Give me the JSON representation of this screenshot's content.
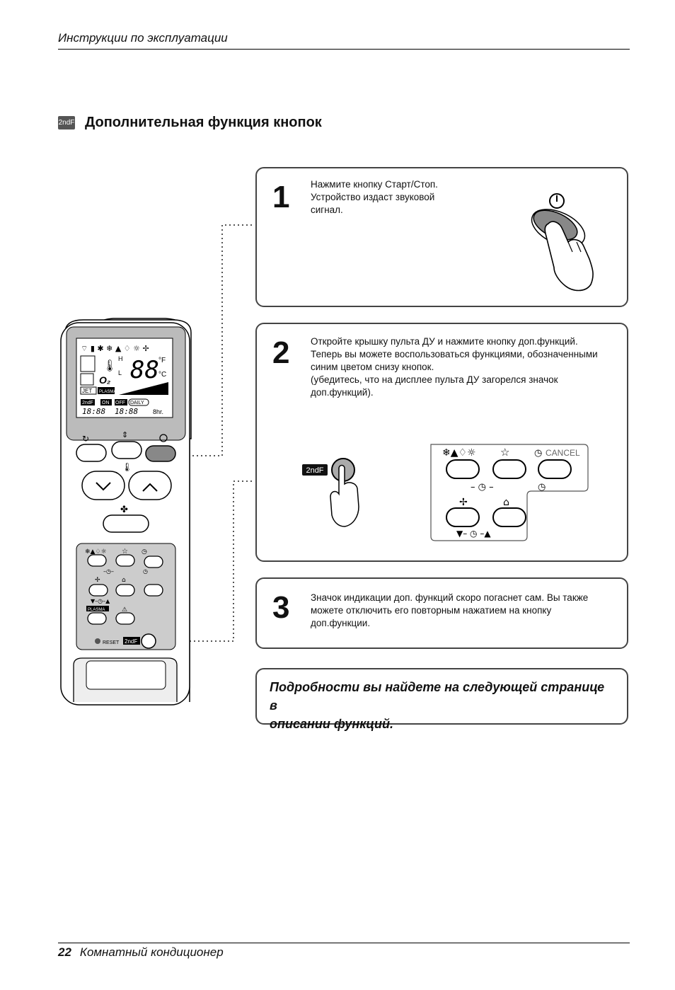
{
  "header": {
    "title": "Инструкции по эксплуатации"
  },
  "section": {
    "tag": "2ndF",
    "title": "Дополнительная функция кнопок"
  },
  "steps": [
    {
      "num": "1",
      "lines": [
        "Нажмите кнопку Старт/Стоп.",
        "Устройство издаст звуковой",
        "сигнал."
      ]
    },
    {
      "num": "2",
      "lines": [
        "Откройте крышку пульта ДУ и нажмите кнопку доп.функций.",
        "Теперь вы можете воспользоваться функциями, обозначенными",
        "синим цветом снизу кнопок.",
        "(убедитесь, что на дисплее пульта ДУ загорелся значок",
        "доп.функций)."
      ]
    },
    {
      "num": "3",
      "lines": [
        "Значок индикации доп. функций скоро погаснет сам. Вы также",
        "можете отключить его повторным нажатием на кнопку",
        "доп.функции."
      ]
    }
  ],
  "note": {
    "line1": "Подробности вы найдете на следующей странице в",
    "line2": "описании функций."
  },
  "remote": {
    "display": {
      "digits": "88",
      "unit_f": "°F",
      "unit_c": "°C",
      "jet": "JET",
      "plasma": "PLASMA",
      "tag": "2ndF",
      "on": "ON",
      "off": "OFF",
      "daily": "DAILY",
      "time1": "18:88",
      "time2": "18:88",
      "hr": "8hr.",
      "h": "H",
      "l": "L",
      "o2": "O₂"
    },
    "plasma_label": "PLASMA",
    "reset_label": "RESET",
    "second_f": "2ndF"
  },
  "panel": {
    "cancel": "CANCEL",
    "second_f": "2ndF"
  },
  "footer": {
    "page": "22",
    "title": "Комнатный кондиционер"
  }
}
